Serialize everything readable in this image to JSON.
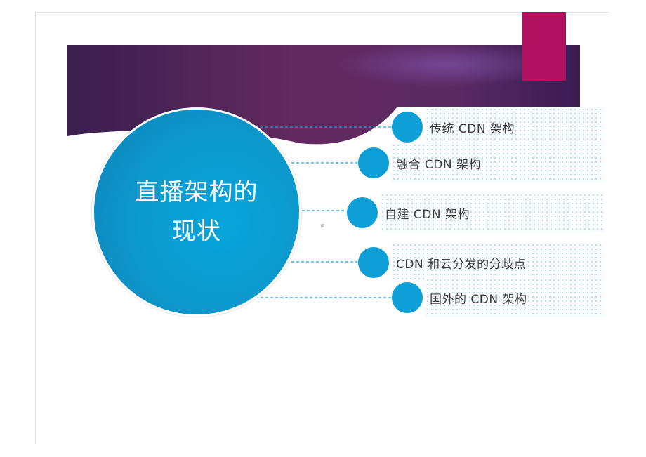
{
  "slide": {
    "title_line1": "直播架构的",
    "title_line2": "现状",
    "items": [
      {
        "label": "传统 CDN 架构"
      },
      {
        "label": "融合 CDN 架构"
      },
      {
        "label": "自建 CDN 架构"
      },
      {
        "label": "CDN 和云分发的分歧点"
      },
      {
        "label": "国外的 CDN 架构"
      }
    ]
  },
  "colors": {
    "banner_dark": "#3a1f4f",
    "banner_mid": "#62295e",
    "accent": "#b1125f",
    "circle": "#0e9fd6",
    "connector": "#1aa0d8"
  }
}
